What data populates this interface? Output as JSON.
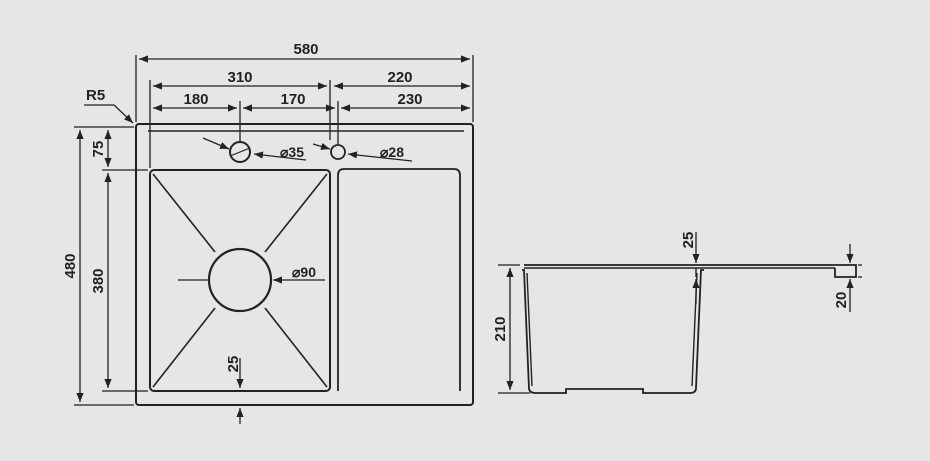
{
  "labels": {
    "total_width": "580",
    "left_section": "310",
    "right_section": "220",
    "bowl_width": "180",
    "mid_span": "170",
    "drainer_span": "230",
    "radius": "R5",
    "edge_to_bowl": "75",
    "tap_hole": "⌀35",
    "overflow_hole": "⌀28",
    "total_depth": "480",
    "bowl_depth": "380",
    "drain": "⌀90",
    "bottom_offset": "25",
    "section_rim": "25",
    "bowl_height": "210",
    "rim_thickness": "20"
  },
  "colors": {
    "background": "#e6e6e6",
    "line": "#222222"
  }
}
